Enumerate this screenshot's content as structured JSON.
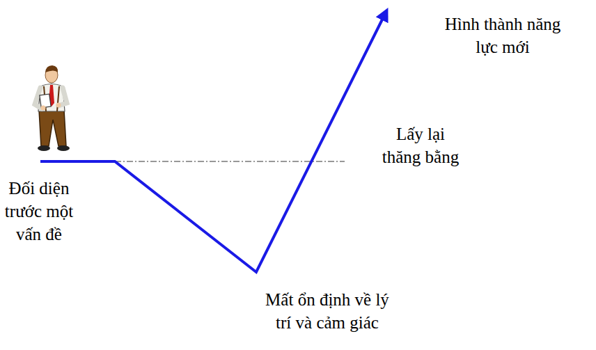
{
  "diagram": {
    "labels": [
      "Hình thành năng lực mới",
      "Lấy lại thăng bằng",
      "Đối diện trước một vấn đề",
      "Mất ổn định về lý trí và cảm giác"
    ]
  }
}
